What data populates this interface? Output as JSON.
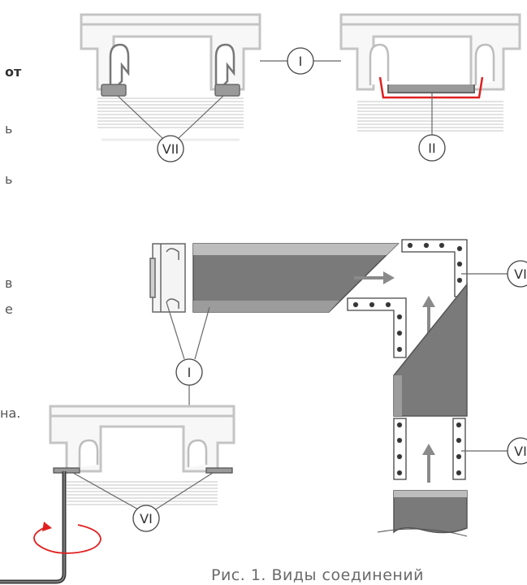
{
  "text_fragments": [
    {
      "text": "от",
      "bold": true
    },
    {
      "text": "ь",
      "bold": false
    },
    {
      "text": "ь",
      "bold": false
    },
    {
      "text": "в",
      "bold": false
    },
    {
      "text": "е",
      "bold": false
    },
    {
      "text": "на.",
      "bold": false
    }
  ],
  "callouts": {
    "top_left_bracket": "VII",
    "top_right_connector": "I",
    "top_right_insert": "II",
    "corner_connector_upper": "VI",
    "profile_side": "I",
    "straight_connector": "VI",
    "bottom_left_plate": "VI"
  },
  "caption": "Рис. 1. Виды соединений",
  "colors": {
    "profile_light": "#d9d9d9",
    "profile_stroke": "#c4c4c4",
    "profile_dark": "#8a8a8a",
    "plate": "#ffffff",
    "accent_red": "#e02020",
    "line": "#666666"
  }
}
